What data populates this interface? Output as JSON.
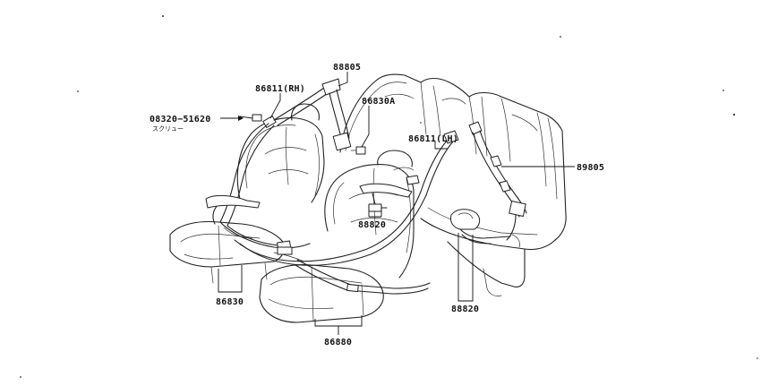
{
  "labels": {
    "l_88805_top": "88805",
    "l_86811_rh": "86811(RH)",
    "l_86830a": "86830A",
    "l_screw": "08320−51620",
    "l_screw_sub": "スクリュー",
    "l_86811_lh": "86811(LH)",
    "l_88805_right": "89805",
    "l_88820_mid": "88820",
    "l_86830": "86830",
    "l_88820_right": "88820",
    "l_86880": "86880"
  }
}
